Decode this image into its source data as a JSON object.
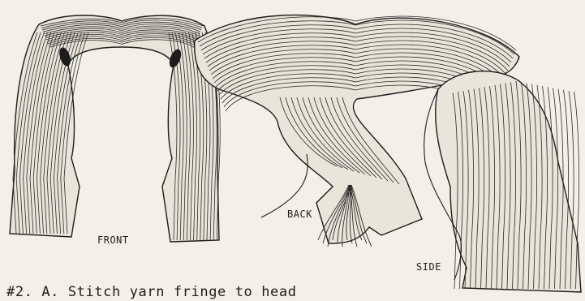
{
  "illustration": {
    "labels": {
      "front": "FRONT",
      "back": "BACK",
      "side": "SIDE"
    },
    "caption": "#2. A. Stitch yarn fringe to head",
    "colors": {
      "paper": "#f2f0e8",
      "ink": "#1d1d1b"
    }
  }
}
